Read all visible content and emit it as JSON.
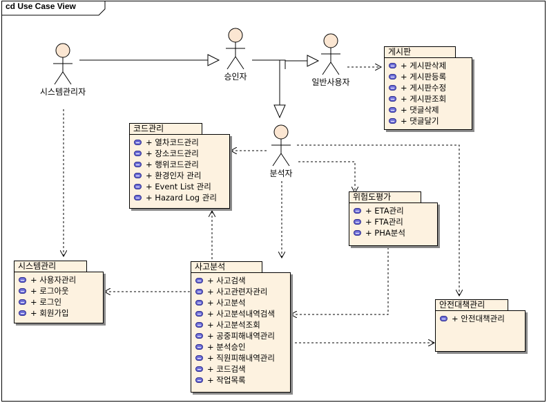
{
  "diagram": {
    "title": "cd Use Case View"
  },
  "actors": {
    "sysadmin": "시스템관리자",
    "approver": "승인자",
    "user": "일반사용자",
    "analyst": "분석자"
  },
  "packages": {
    "board": {
      "name": "게시판",
      "ops": [
        "+ 게시판삭제",
        "+ 게시판등록",
        "+ 게시판수정",
        "+ 게시판조회",
        "+ 댓글삭제",
        "+ 댓글달기"
      ]
    },
    "code": {
      "name": "코드관리",
      "ops": [
        "+ 열차코드관리",
        "+ 장소코드관리",
        "+ 행위코드관리",
        "+ 환경인자 관리",
        "+ Event List 관리",
        "+ Hazard Log 관리"
      ]
    },
    "risk": {
      "name": "위험도평가",
      "ops": [
        "+ ETA관리",
        "+ FTA관리",
        "+ PHA분석"
      ]
    },
    "system": {
      "name": "시스템관리",
      "ops": [
        "+ 사용자관리",
        "+ 로그아웃",
        "+ 로그인",
        "+ 회원가입"
      ]
    },
    "accident": {
      "name": "사고분석",
      "ops": [
        "+ 사고검색",
        "+ 사고관련자관리",
        "+ 사고분석",
        "+ 사고분석내역검색",
        "+ 사고분석조회",
        "+ 공중피해내역관리",
        "+ 분석승인",
        "+ 직원피해내역관리",
        "+ 코드검색",
        "+ 작업목록"
      ]
    },
    "safety": {
      "name": "안전대책관리",
      "ops": [
        "+ 안전대책관리"
      ]
    }
  },
  "icons": {
    "operation": "operation-icon",
    "actor": "stick-figure-icon"
  },
  "colors": {
    "package_fill": "#fdf2e0",
    "actor_fill": "#fbe6d2",
    "operation_icon": "#6f6fd8"
  }
}
